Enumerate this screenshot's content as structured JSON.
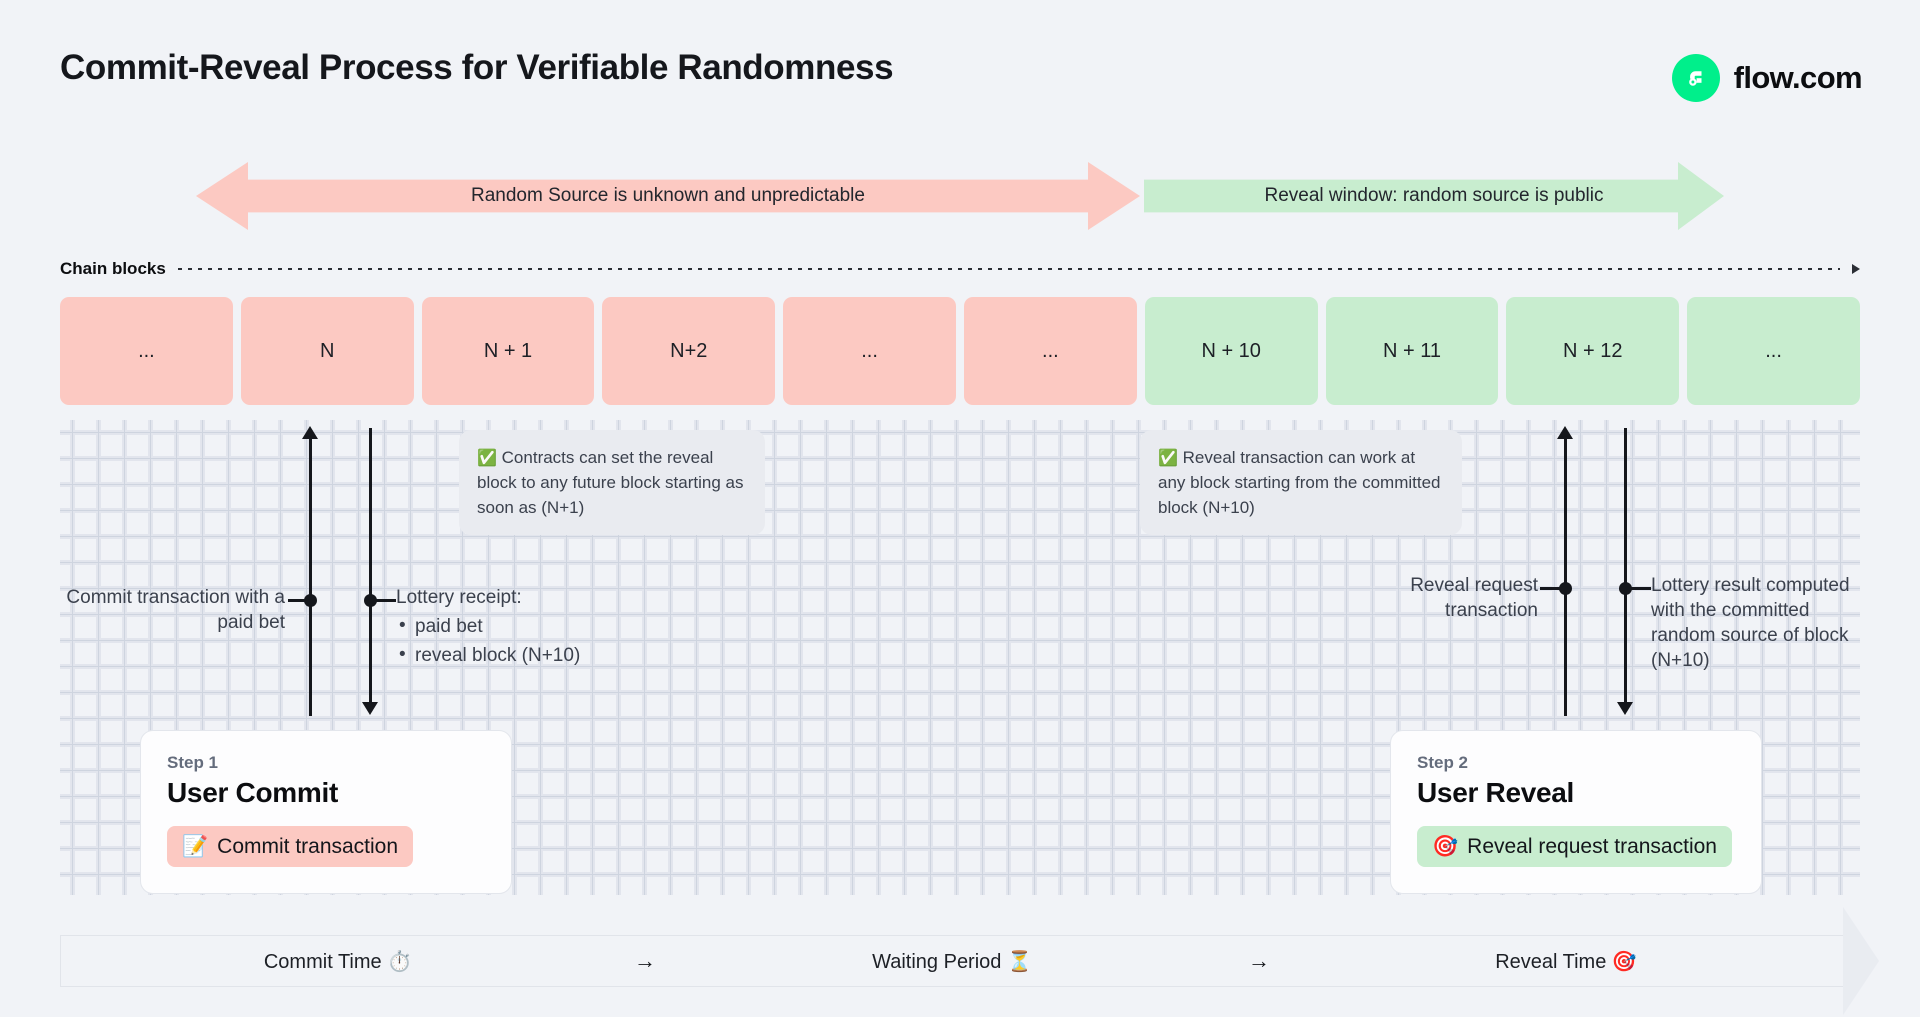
{
  "header": {
    "title": "Commit-Reveal Process for Verifiable Randomness",
    "brand_name": "flow.com",
    "brand_icon": "flow-logo-icon"
  },
  "colors": {
    "pink": "#fcc9c2",
    "green": "#c8edcf",
    "brand": "#00ef8b",
    "page_background": "#f1f3f7",
    "ink": "#15171c"
  },
  "phases": [
    {
      "label": "Random Source is unknown and unpredictable",
      "tone": "pink",
      "arrow": "double"
    },
    {
      "label": "Reveal window: random source is public",
      "tone": "green",
      "arrow": "right"
    }
  ],
  "chain": {
    "label": "Chain blocks",
    "blocks": [
      {
        "label": "...",
        "tone": "pink"
      },
      {
        "label": "N",
        "tone": "pink"
      },
      {
        "label": "N + 1",
        "tone": "pink"
      },
      {
        "label": "N+2",
        "tone": "pink"
      },
      {
        "label": "...",
        "tone": "pink"
      },
      {
        "label": "...",
        "tone": "pink"
      },
      {
        "label": "N + 10",
        "tone": "green"
      },
      {
        "label": "N + 11",
        "tone": "green"
      },
      {
        "label": "N + 12",
        "tone": "green"
      },
      {
        "label": "...",
        "tone": "green"
      }
    ]
  },
  "notes": {
    "commit": {
      "icon": "check-mark-button-emoji",
      "text": "Contracts can set the reveal block to any future block starting as soon as (N+1)"
    },
    "reveal": {
      "icon": "check-mark-button-emoji",
      "text": "Reveal transaction can work at any block starting from the committed block (N+10)"
    }
  },
  "annotations": {
    "commit_tx": "Commit transaction with a paid bet",
    "lottery_receipt_title": "Lottery receipt:",
    "lottery_receipt_items": [
      "paid bet",
      "reveal block (N+10)"
    ],
    "reveal_request": "Reveal request transaction",
    "lottery_result": "Lottery result computed with the committed random source of block (N+10)"
  },
  "steps": [
    {
      "step_label": "Step 1",
      "title": "User Commit",
      "pill_icon": "memo-emoji",
      "pill_label": "Commit transaction",
      "tone": "pink"
    },
    {
      "step_label": "Step 2",
      "title": "User Reveal",
      "pill_icon": "direct-hit-emoji",
      "pill_label": "Reveal request transaction",
      "tone": "green"
    }
  ],
  "timeline": {
    "cells": [
      {
        "label": "Commit Time",
        "icon": "stopwatch-emoji",
        "icon_glyph": "⏱️"
      },
      {
        "label": "Waiting Period",
        "icon": "hourglass-emoji",
        "icon_glyph": "⏳"
      },
      {
        "label": "Reveal Time",
        "icon": "direct-hit-emoji",
        "icon_glyph": "🎯"
      }
    ],
    "separator": "→"
  },
  "icons": {
    "check": "✅",
    "memo": "📝",
    "target": "🎯",
    "arrow_right": "→"
  }
}
